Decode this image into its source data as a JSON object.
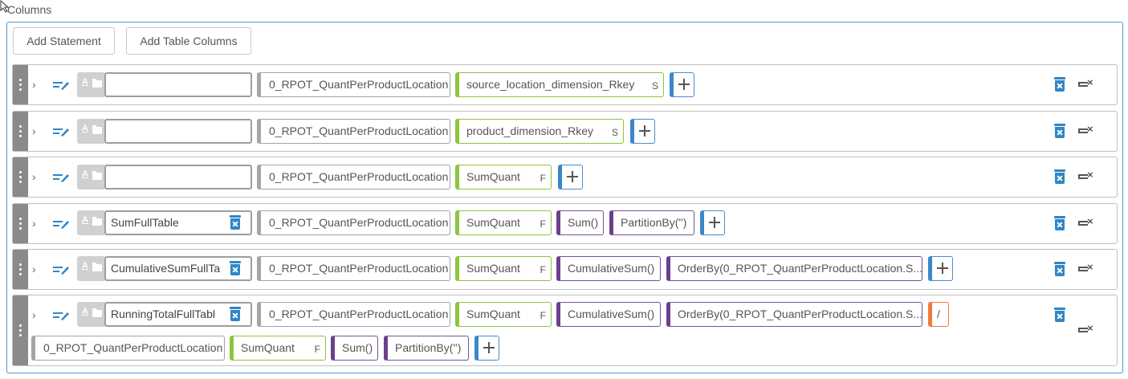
{
  "section": {
    "title": "Columns"
  },
  "toolbar": {
    "add_statement": "Add Statement",
    "add_table_columns": "Add Table Columns"
  },
  "colors": {
    "panel_border": "#4a9bd4",
    "column_chip": "#8cc63f",
    "function_chip": "#6b3f8e",
    "operator_chip": "#f07b3a",
    "action_blue": "#2f86c8"
  },
  "rows": [
    {
      "alias": "",
      "source": "0_RPOT_QuantPerProductLocation",
      "column": "source_location_dimension_Rkey",
      "column_tag": "S",
      "functions": [],
      "operator": ""
    },
    {
      "alias": "",
      "source": "0_RPOT_QuantPerProductLocation",
      "column": "product_dimension_Rkey",
      "column_tag": "S",
      "functions": [],
      "operator": ""
    },
    {
      "alias": "",
      "source": "0_RPOT_QuantPerProductLocation",
      "column": "SumQuant",
      "column_tag": "F",
      "functions": [],
      "operator": ""
    },
    {
      "alias": "SumFullTable",
      "source": "0_RPOT_QuantPerProductLocation",
      "column": "SumQuant",
      "column_tag": "F",
      "functions": [
        "Sum()",
        "PartitionBy('')"
      ],
      "operator": ""
    },
    {
      "alias": "CumulativeSumFullTa",
      "source": "0_RPOT_QuantPerProductLocation",
      "column": "SumQuant",
      "column_tag": "F",
      "functions": [
        "CumulativeSum()",
        "OrderBy(0_RPOT_QuantPerProductLocation.S..."
      ],
      "operator": ""
    },
    {
      "alias": "RunningTotalFullTabl",
      "source": "0_RPOT_QuantPerProductLocation",
      "column": "SumQuant",
      "column_tag": "F",
      "functions": [
        "CumulativeSum()",
        "OrderBy(0_RPOT_QuantPerProductLocation.S..."
      ],
      "operator": "/",
      "second_line": {
        "source": "0_RPOT_QuantPerProductLocation",
        "column": "SumQuant",
        "column_tag": "F",
        "functions": [
          "Sum()",
          "PartitionBy('')"
        ]
      }
    }
  ],
  "icons": {
    "drag": "drag-handle-icon",
    "expand": "chevron-right-icon",
    "edit": "edit-pencil-icon",
    "delete": "trash-icon",
    "remove": "remove-column-icon",
    "add": "plus-icon"
  }
}
